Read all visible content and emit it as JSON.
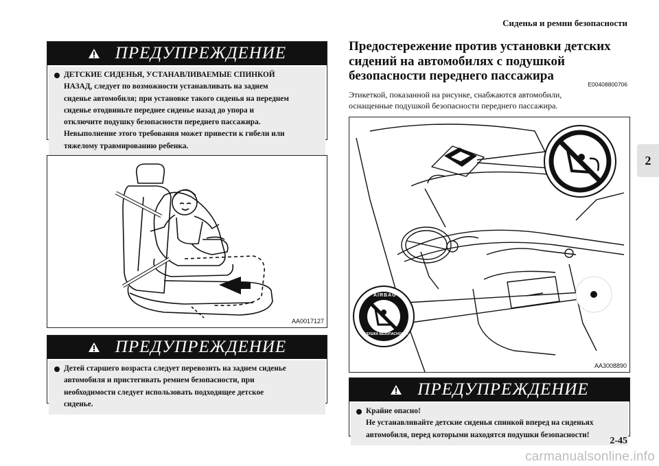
{
  "page": {
    "header_title": "Сиденья и ремни безопасности",
    "chapter_tab": "2",
    "page_number": "2-45",
    "watermark": "carmanualsonline.info"
  },
  "left": {
    "warning1": {
      "title": "ПРЕДУПРЕЖДЕНИЕ",
      "lines": [
        "ДЕТСКИЕ СИДЕНЬЯ, УСТАНАВЛИВАЕМЫЕ СПИНКОЙ",
        "НАЗАД, следует по возможности устанавливать на заднем",
        "сиденье автомобиля; при установке такого сиденья на переднем",
        "сиденье отодвиньте переднее сиденье назад до упора и",
        "отключите подушку безопасности переднего пассажира.",
        "Невыполнение этого требования может привести к гибели или",
        "тяжелому травмированию ребенка."
      ]
    },
    "figure_code": "AA0017127",
    "warning2": {
      "title": "ПРЕДУПРЕЖДЕНИЕ",
      "lines": [
        "Детей старшего возраста следует перевозить на заднем сиденье",
        "автомобиля и пристегивать ремнем безопасности, при",
        "необходимости следует использовать подходящее детское",
        "сиденье."
      ]
    }
  },
  "right": {
    "section_title_lines": [
      "Предостережение против установки детских",
      "сидений на автомобилях с подушкой",
      "безопасности переднего пассажира"
    ],
    "section_code": "E00408800706",
    "intro_lines": [
      "Этикеткой, показанной на рисунке, снабжаются автомобили,",
      "оснащенные подушкой безопасности переднего пассажира."
    ],
    "figure_code": "AA3008890",
    "label_top_text": "AIRBAG",
    "label_bottom_text": "ПОДУШКА БЕЗОПАСНОСТИ",
    "warning3": {
      "title": "ПРЕДУПРЕЖДЕНИЕ",
      "lines": [
        "Крайне опасно!",
        "Не устанавливайте детские сиденья спинкой вперед на сиденьях",
        "автомобиля, перед которыми находятся подушки безопасности!"
      ]
    }
  }
}
